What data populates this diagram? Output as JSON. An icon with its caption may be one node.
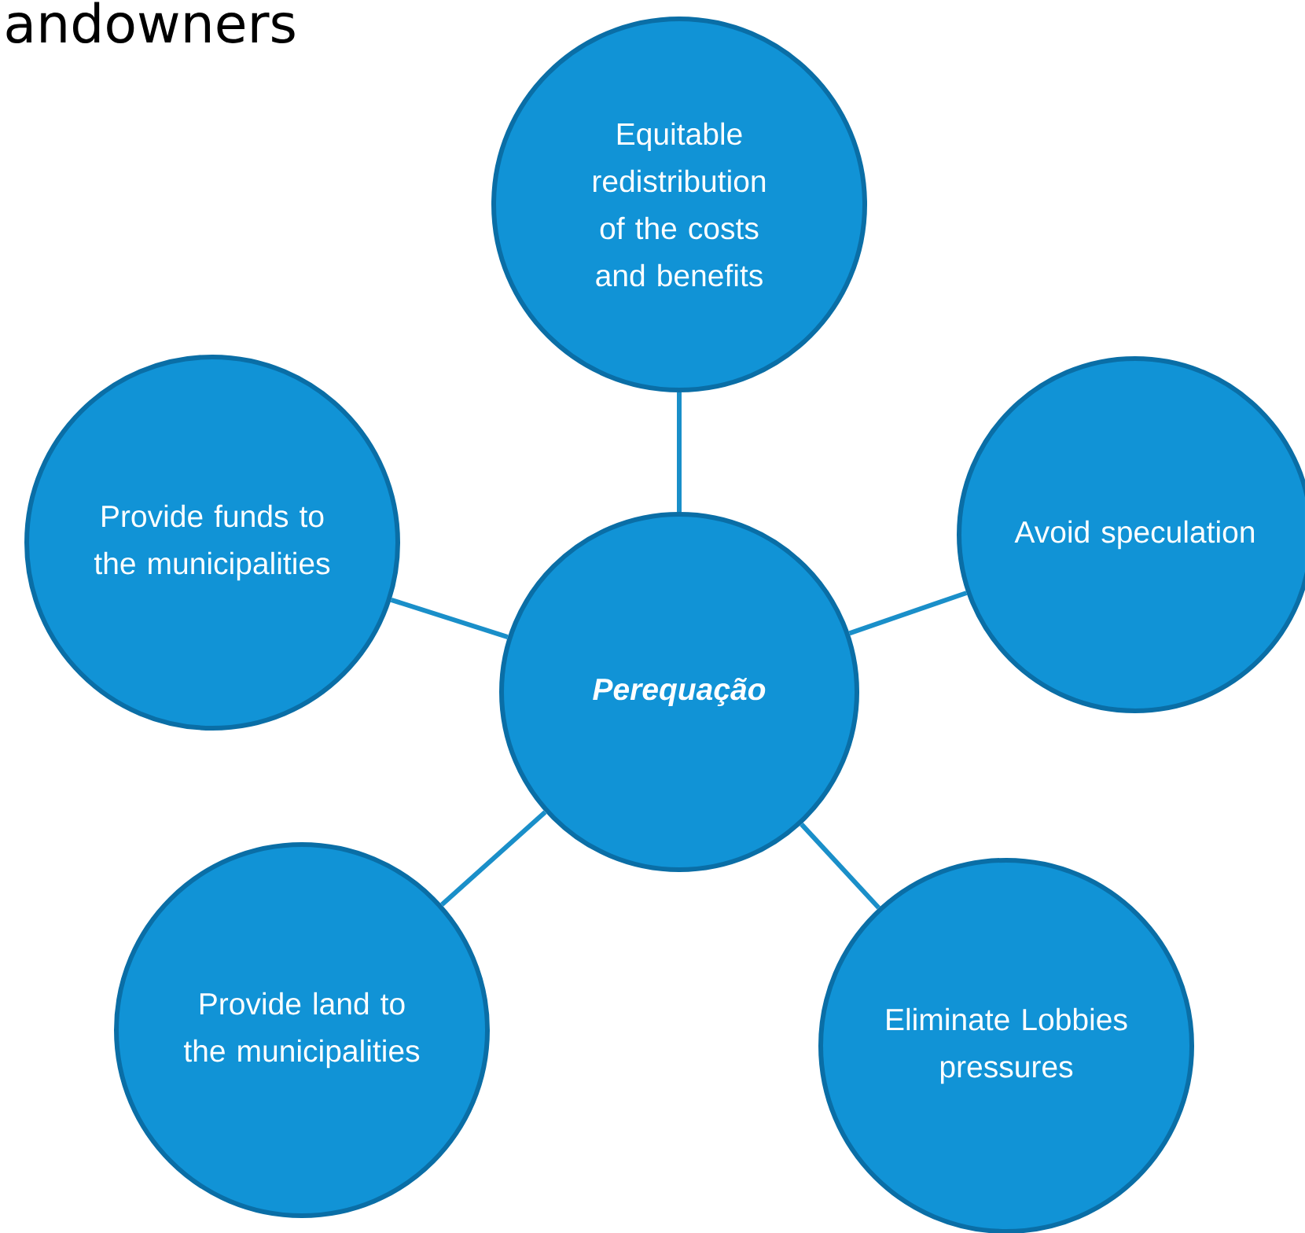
{
  "diagram": {
    "nodes": [
      {
        "text": [
          "Equitable redistribution of the costs and benefits"
        ]
      },
      {
        "text": [
          "Provide funds to the municipalities"
        ]
      },
      {
        "text": [
          "Avoid speculation"
        ]
      },
      {
        "text": [
          "Perequação"
        ]
      },
      {
        "text": [
          "Provide land to the municipalities"
        ]
      },
      {
        "text": [
          "Eliminate Lobbies pressures"
        ]
      }
    ],
    "edges": [
      {
        "from": 3,
        "to": 0,
        "arrow": "none"
      },
      {
        "from": 3,
        "to": 1,
        "arrow": "none"
      },
      {
        "from": 3,
        "to": 2,
        "arrow": "none"
      },
      {
        "from": 3,
        "to": 4,
        "arrow": "none"
      },
      {
        "from": 3,
        "to": 5,
        "arrow": "none"
      }
    ],
    "labels": [
      "andowners"
    ]
  }
}
